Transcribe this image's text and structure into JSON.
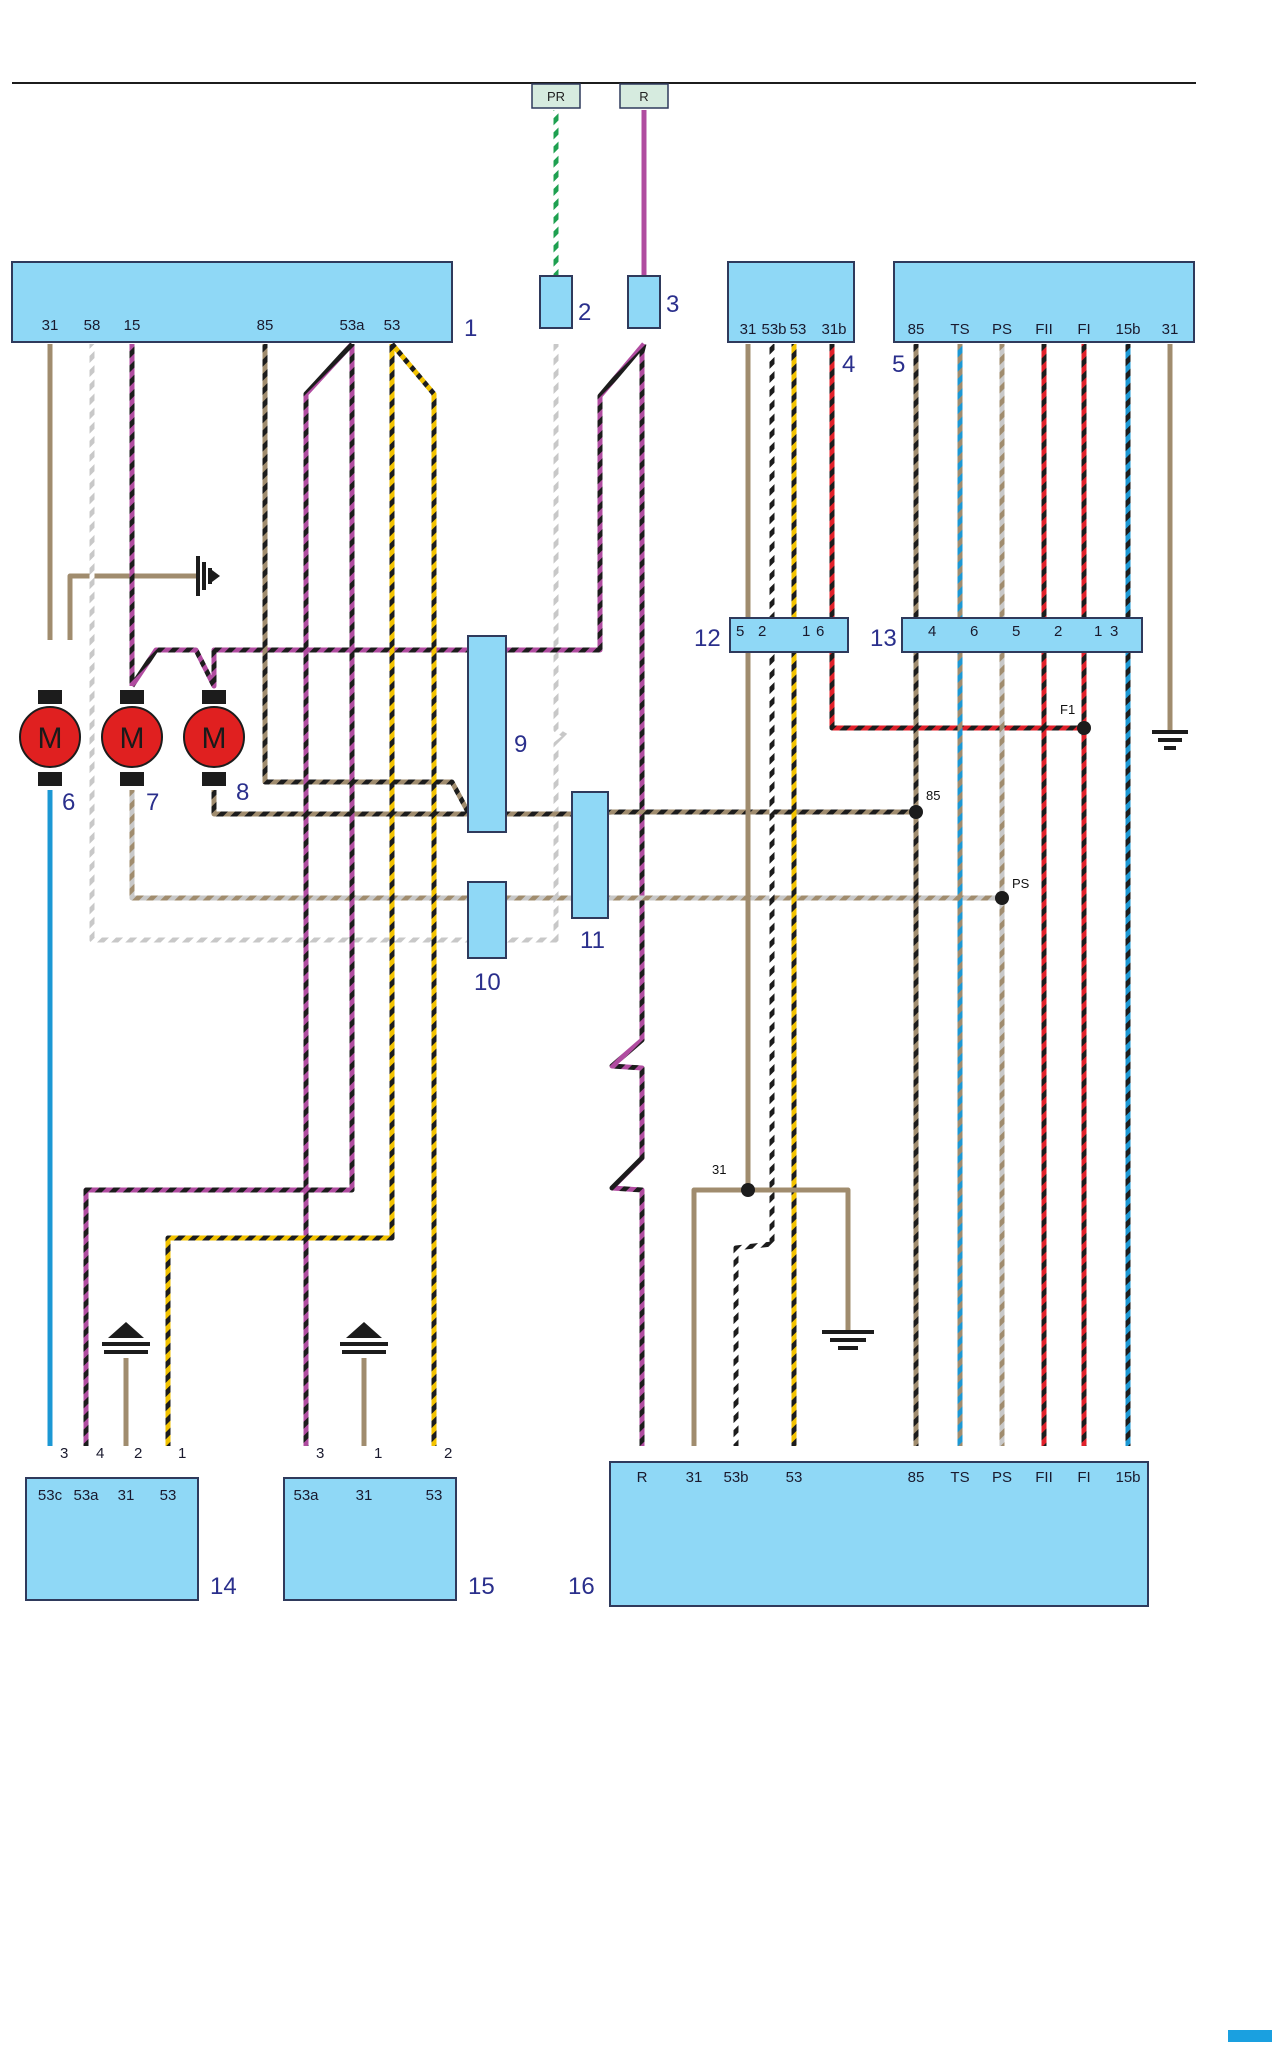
{
  "colors": {
    "box": "#8fd8f6",
    "box_edge": "#2f3a5c",
    "motor": "#e02020",
    "tag_fill": "#d6ebdf",
    "brown": "#a08c6e",
    "black": "#1c1c1c",
    "white": "#ffffff",
    "grey": "#c8c8c8",
    "violet": "#b04ca0",
    "yellow": "#f2c200",
    "red": "#e0202a",
    "blue": "#1c98d4",
    "green": "#1ea050"
  },
  "supply_tags": [
    "PR",
    "R"
  ],
  "components": {
    "c1": {
      "number": "1",
      "pins": [
        "31",
        "58",
        "15",
        "85",
        "53a",
        "53"
      ]
    },
    "c2": {
      "number": "2"
    },
    "c3": {
      "number": "3"
    },
    "c4": {
      "number": "4",
      "pins": [
        "31",
        "53b",
        "53",
        "31b"
      ]
    },
    "c5": {
      "number": "5",
      "pins": [
        "85",
        "TS",
        "PS",
        "FII",
        "FI",
        "15b",
        "31"
      ]
    },
    "m6": {
      "number": "6",
      "symbol": "M"
    },
    "m7": {
      "number": "7",
      "symbol": "M"
    },
    "m8": {
      "number": "8",
      "symbol": "M"
    },
    "c9": {
      "number": "9"
    },
    "c10": {
      "number": "10"
    },
    "c11": {
      "number": "11"
    },
    "c12": {
      "number": "12",
      "pins": [
        "5",
        "2",
        "1",
        "6"
      ]
    },
    "c13": {
      "number": "13",
      "pins": [
        "4",
        "6",
        "5",
        "2",
        "1",
        "3"
      ]
    },
    "c14": {
      "number": "14",
      "pins": [
        "53c",
        "53a",
        "31",
        "53"
      ],
      "wire_nums": [
        "3",
        "4",
        "2",
        "1"
      ]
    },
    "c15": {
      "number": "15",
      "pins": [
        "53a",
        "31",
        "53"
      ],
      "wire_nums": [
        "3",
        "1",
        "2"
      ]
    },
    "c16": {
      "number": "16",
      "pins": [
        "R",
        "31",
        "53b",
        "53",
        "85",
        "TS",
        "PS",
        "FII",
        "FI",
        "15b"
      ]
    }
  },
  "nodes": [
    "F1",
    "85",
    "PS",
    "31"
  ]
}
